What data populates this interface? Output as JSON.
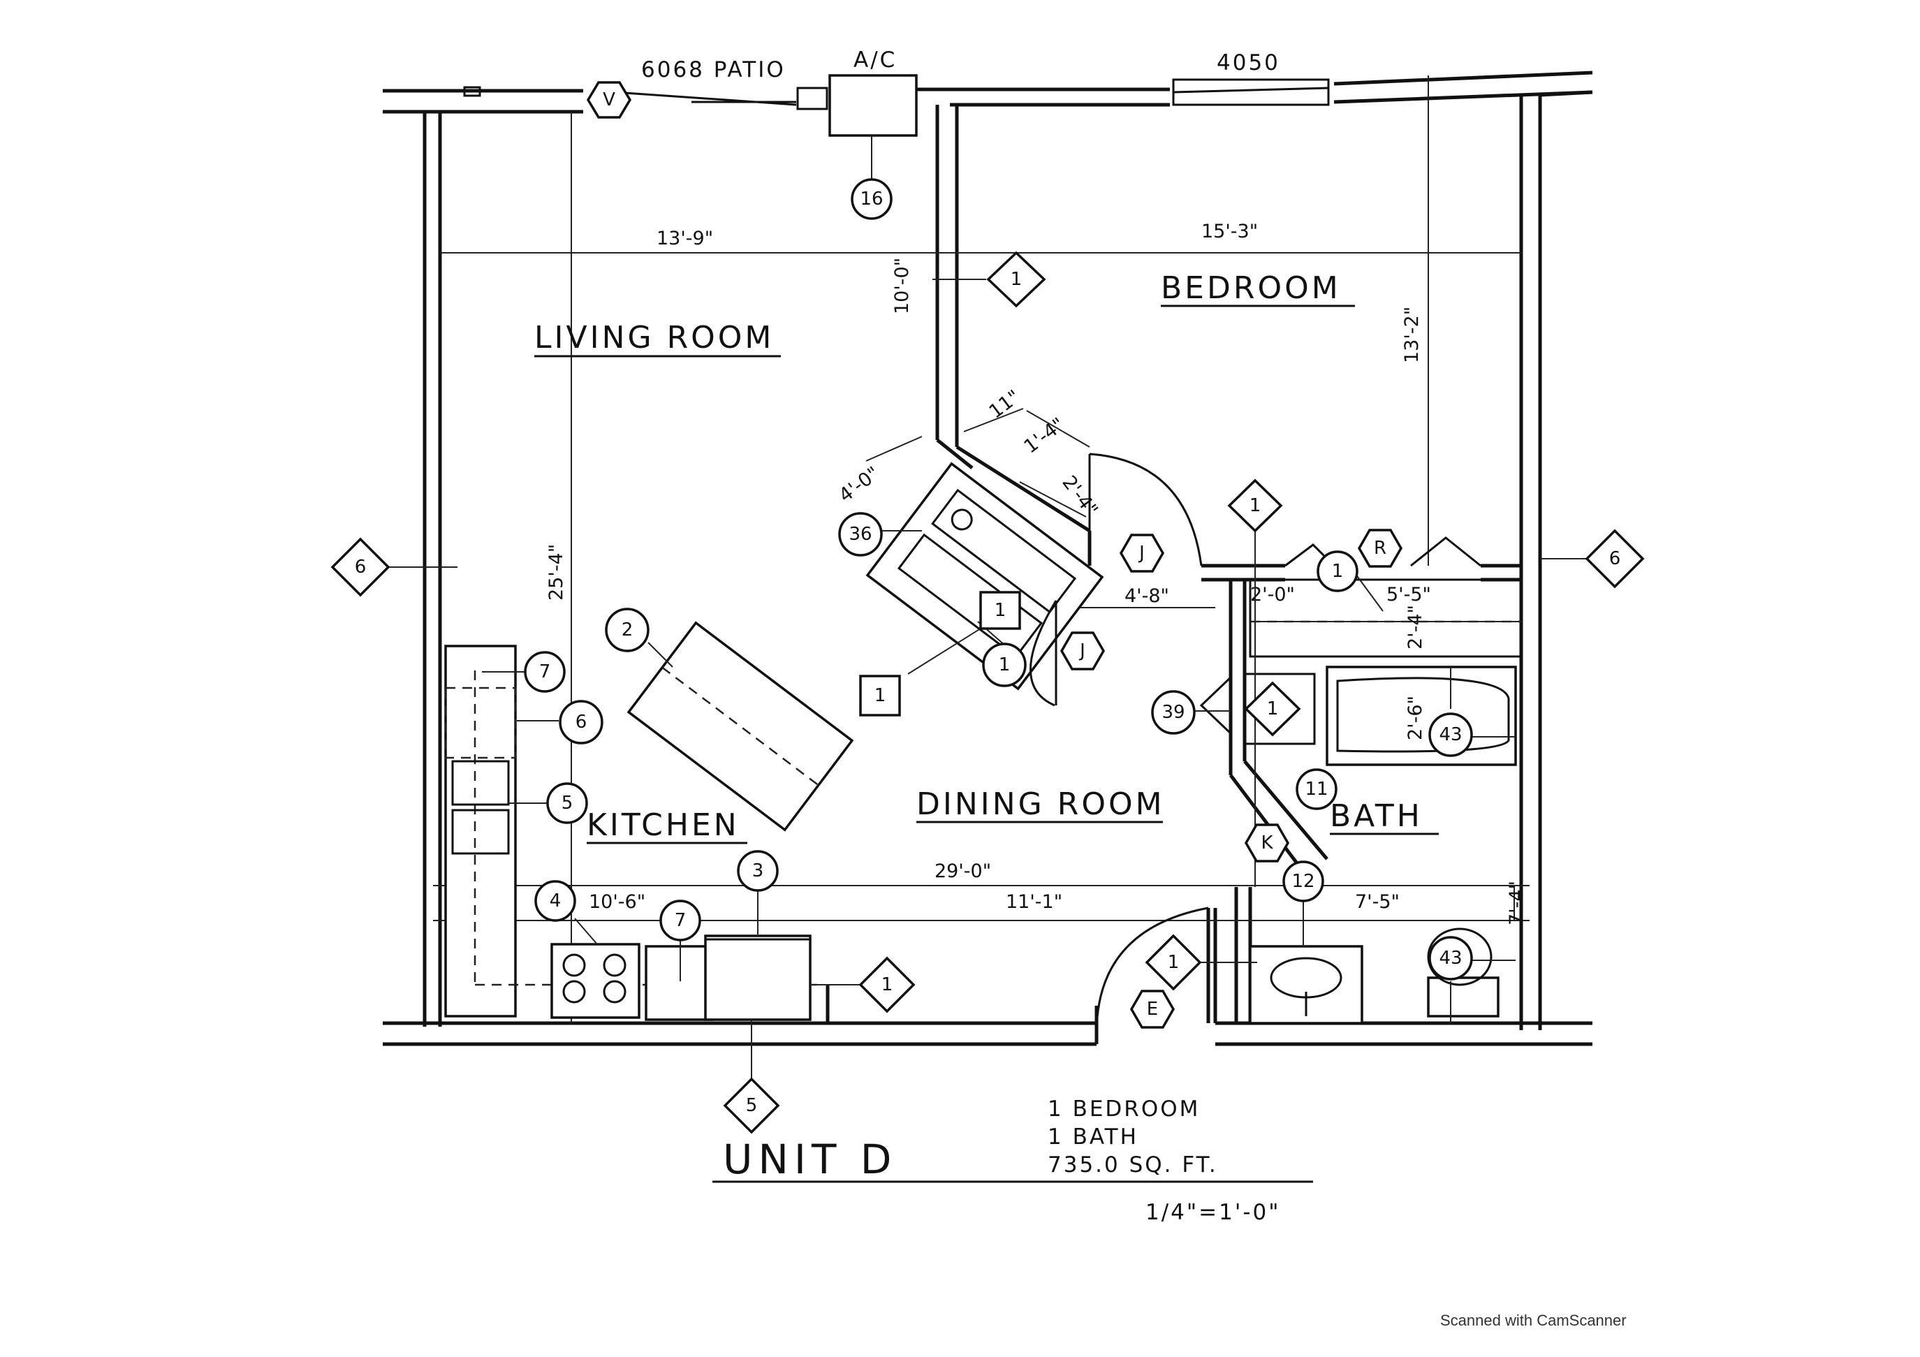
{
  "rooms": {
    "living": "LIVING ROOM",
    "bedroom": "BEDROOM",
    "kitchen": "KITCHEN",
    "dining": "DINING ROOM",
    "bath": "BATH"
  },
  "labels": {
    "patio": "6068 PATIO",
    "ac": "A/C",
    "window": "4050"
  },
  "dimensions": {
    "living_width": "13'-9\"",
    "bedroom_width": "15'-3\"",
    "living_depth": "10'-0\"",
    "bedroom_depth": "13'-2\"",
    "unit_depth": "25'-4\"",
    "closet_a": "4'-0\"",
    "closet_b": "11\"",
    "closet_c": "1'-4\"",
    "closet_d": "2'-4\"",
    "hall": "4'-8\"",
    "closet_e": "2'-0\"",
    "closet_f": "5'-5\"",
    "closet_g": "2'-4\"",
    "tub": "2'-6\"",
    "overall": "29'-0\"",
    "kitchen": "10'-6\"",
    "dining": "11'-1\"",
    "bath_w": "7'-5\"",
    "bath_d": "7'-4\""
  },
  "tags": {
    "v": "V",
    "t16": "16",
    "d1a": "1",
    "d6a": "6",
    "d6b": "6",
    "c2": "2",
    "c36": "36",
    "sq1a": "1",
    "sq1b": "1",
    "c1a": "1",
    "hj1": "J",
    "hj2": "J",
    "d1b": "1",
    "hr": "R",
    "c1b": "1",
    "c7a": "7",
    "c6": "6",
    "c5": "5",
    "c39": "39",
    "d1c": "1",
    "c11": "11",
    "c43a": "43",
    "hk": "K",
    "c12": "12",
    "c3": "3",
    "c4": "4",
    "c7b": "7",
    "d1d": "1",
    "d1e": "1",
    "he": "E",
    "c43b": "43",
    "d5": "5"
  },
  "summary": {
    "unit": "UNIT D",
    "bedrooms": "1 BEDROOM",
    "baths": "1 BATH",
    "area": "735.0 SQ. FT.",
    "scale": "1/4\"=1'-0\""
  },
  "watermark": "Scanned with CamScanner"
}
